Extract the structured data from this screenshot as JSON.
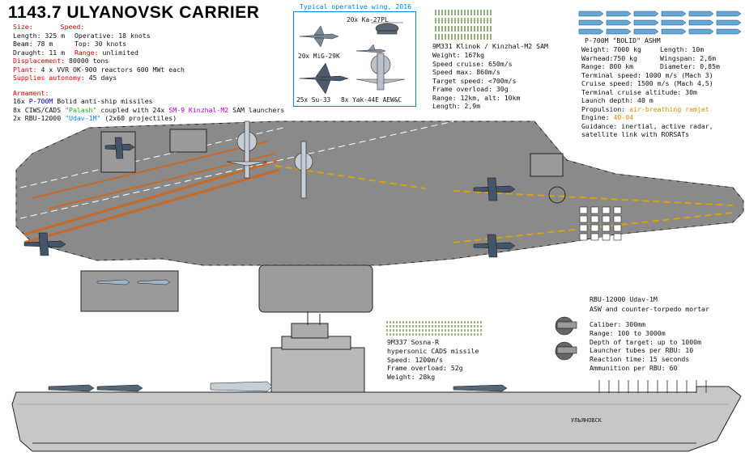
{
  "title": "1143.7 ULYANOVSK CARRIER",
  "specs": {
    "size_h": "Size:",
    "speed_h": "Speed:",
    "length": "Length: 325 m",
    "operative": "Operative: 18 knots",
    "beam": "Beam: 78 m",
    "top": "Top: 30 knots",
    "draught": "Draught: 11 m",
    "range_h": "Range:",
    "range_v": "unlimited",
    "displacement_h": "Displacement:",
    "displacement_v": "80000 tons",
    "plant_h": "Plant:",
    "plant_v": "4 x VVR OK-900 reactors 600 MWt each",
    "supplies_h": "Supplies autonomy:",
    "supplies_v": "45 days"
  },
  "armament": {
    "header": "Armament:",
    "l1a": "16x",
    "l1b": "P-700M",
    "l1c": "Bolid anti-ship missiles",
    "l2a": "8x CIWS/CADS",
    "l2b": "\"Palash\"",
    "l2c": "coupled with 24x",
    "l2d": "SM-9 Kinzhal-M2",
    "l2e": "SAM launchers",
    "l3a": "2x RBU-12000",
    "l3b": "\"Udav-1M\"",
    "l3c": "(2x60 projectiles)"
  },
  "wing": {
    "title": "Typical operative wing, 2016",
    "ka27": "20x Ka-27PL",
    "mig29": "20x MiG-29K",
    "su33": "25x Su-33",
    "yak44": "8x Yak-44E AEW&C"
  },
  "kinzhal": {
    "title": "9M331 Klinok / Kinzhal-M2 SAM",
    "lines": [
      "Weight: 167kg",
      "Speed cruise: 650m/s",
      "Speed max: 860m/s",
      "Target speed: <700m/s",
      "Frame overload: 30g",
      "Range: 12km, alt: 10km",
      "Length: 2,9m"
    ]
  },
  "p700": {
    "title": "P-700M \"BOLID\" ASHM",
    "weight": "Weight: 7000 kg",
    "length": "Length: 10m",
    "warhead": "Warhead:750 kg",
    "wingspan": "Wingspan: 2,6m",
    "range": "Range: 800 km",
    "diameter": "Diameter: 0,85m",
    "terminal": "Terminal speed: 1000 m/s (Mach 3)",
    "cruise": "Cruise speed: 1500 m/s (Mach 4,5)",
    "altitude": "Terminal cruise altitude: 30m",
    "depth": "Launch depth: 40 m",
    "prop_h": "Propulsion:",
    "prop_v": "air-breathing ramjet",
    "engine_h": "Engine:",
    "engine_v": "40-04",
    "guidance1": "Guidance: inertial, active radar,",
    "guidance2": "satellite link with RORSATs"
  },
  "rbu": {
    "title": "RBU-12000 Udav-1M",
    "subtitle": "ASW and counter-torpedo mortar",
    "lines": [
      "Caliber: 300mm",
      "Range: 100 to 3000m",
      "Depth of target: up to 1000m",
      "Launcher tubes per RBU: 10",
      "Reaction time: 15 seconds",
      "Ammunition per RBU: 60"
    ]
  },
  "sosna": {
    "title": "9M337 Sosna-R",
    "lines": [
      "hypersonic CADS missile",
      "Speed: 1200m/s",
      "Frame overload: 52g",
      "Weight: 28kg"
    ]
  },
  "hull_name": "УЛЬЯНОВСК",
  "colors": {
    "red": "#d40000",
    "blue": "#0000cc",
    "green": "#22aa22",
    "magenta": "#bb00bb",
    "cyan": "#0088cc",
    "orange": "#e08a00",
    "deck": "#8a8a8a",
    "hull": "#c8c8c8"
  }
}
